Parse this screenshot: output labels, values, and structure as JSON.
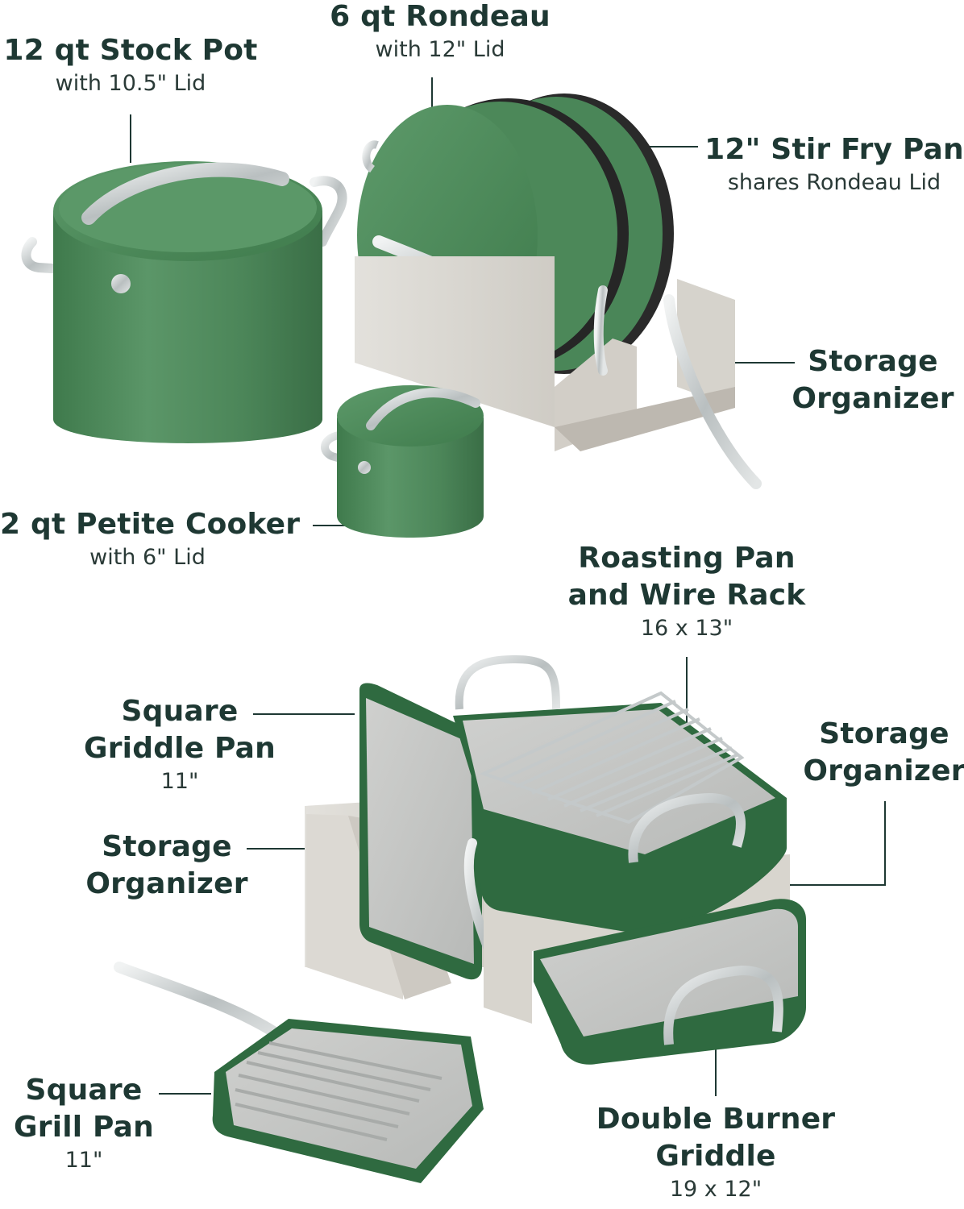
{
  "colors": {
    "brand_green": "#4f8a5c",
    "dark_green": "#2f6a40",
    "ceramic_gray": "#c8c9c7",
    "steel": "#d8dcdc",
    "organizer": "#dcd9d3",
    "label_text": "#1e3833"
  },
  "labels": {
    "stock_pot": {
      "title": "12 qt Stock Pot",
      "subtitle": "with 10.5\" Lid"
    },
    "rondeau": {
      "title": "6 qt Rondeau",
      "subtitle": "with 12\" Lid"
    },
    "stir_fry": {
      "title": "12\" Stir Fry Pan",
      "subtitle": "shares Rondeau Lid"
    },
    "storage_top": {
      "title_line1": "Storage",
      "title_line2": "Organizer"
    },
    "petite": {
      "title": "2 qt Petite Cooker",
      "subtitle": "with 6\" Lid"
    },
    "roasting": {
      "title_line1": "Roasting Pan",
      "title_line2": "and Wire Rack",
      "subtitle": "16 x 13\""
    },
    "square_griddle": {
      "title_line1": "Square",
      "title_line2": "Griddle Pan",
      "subtitle": "11\""
    },
    "storage_right": {
      "title_line1": "Storage",
      "title_line2": "Organizer"
    },
    "storage_left": {
      "title_line1": "Storage",
      "title_line2": "Organizer"
    },
    "grill_pan": {
      "title_line1": "Square",
      "title_line2": "Grill Pan",
      "subtitle": "11\""
    },
    "double_griddle": {
      "title_line1": "Double Burner",
      "title_line2": "Griddle",
      "subtitle": "19 x 12\""
    }
  }
}
